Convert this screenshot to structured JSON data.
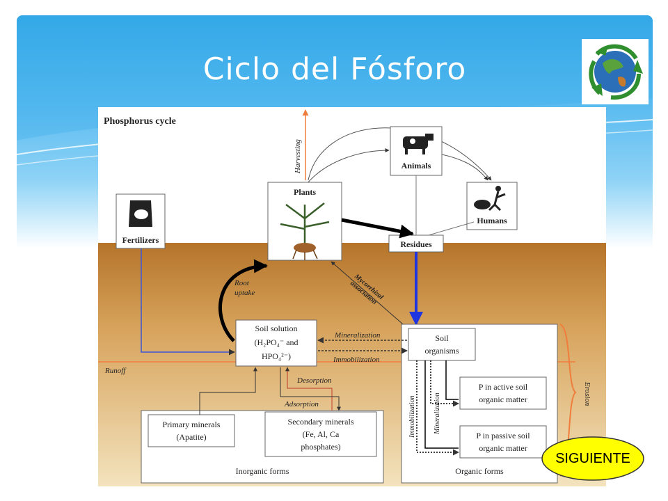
{
  "slide": {
    "title": "Ciclo del Fósforo",
    "logo_icon": "recycle-earth-icon",
    "next_button": "SIGUIENTE"
  },
  "diagram": {
    "heading": "Phosphorus cycle",
    "nodes": {
      "plants": "Plants",
      "animals": "Animals",
      "humans": "Humans",
      "fertilizers": "Fertilizers",
      "residues": "Residues",
      "soil_solution": [
        "Soil solution",
        "(H₂PO₄⁻ and",
        "HPO₄²⁻)"
      ],
      "soil_organisms": [
        "Soil",
        "organisms"
      ],
      "p_active": [
        "P in active soil",
        "organic matter"
      ],
      "p_passive": [
        "P in passive soil",
        "organic matter"
      ],
      "primary_minerals": [
        "Primary minerals",
        "(Apatite)"
      ],
      "secondary_minerals": [
        "Secondary minerals",
        "(Fe, Al, Ca",
        "phosphates)"
      ],
      "inorganic_forms": "Inorganic forms",
      "organic_forms": "Organic forms"
    },
    "processes": {
      "harvesting": "Harvesting",
      "root_uptake": [
        "Root",
        "uptake"
      ],
      "mycorrhizal": [
        "Mycorrhizal",
        "association"
      ],
      "mineralization": "Mineralization",
      "immobilization": "Immobilization",
      "runoff": "Runoff",
      "desorption": "Desorption",
      "adsorption": "Adsorption",
      "erosion": "Erosion",
      "immobilization_vertical": "Immobilization",
      "mineralization_vertical": "Mineralization"
    },
    "colors": {
      "soil_top": "#b5742a",
      "soil_bottom": "#f1dfb6",
      "runoff": "#f07d3c",
      "fertilizer_flow": "#3a56d6",
      "residue_flow": "#1f35e0",
      "desorption": "#c0392b"
    }
  }
}
